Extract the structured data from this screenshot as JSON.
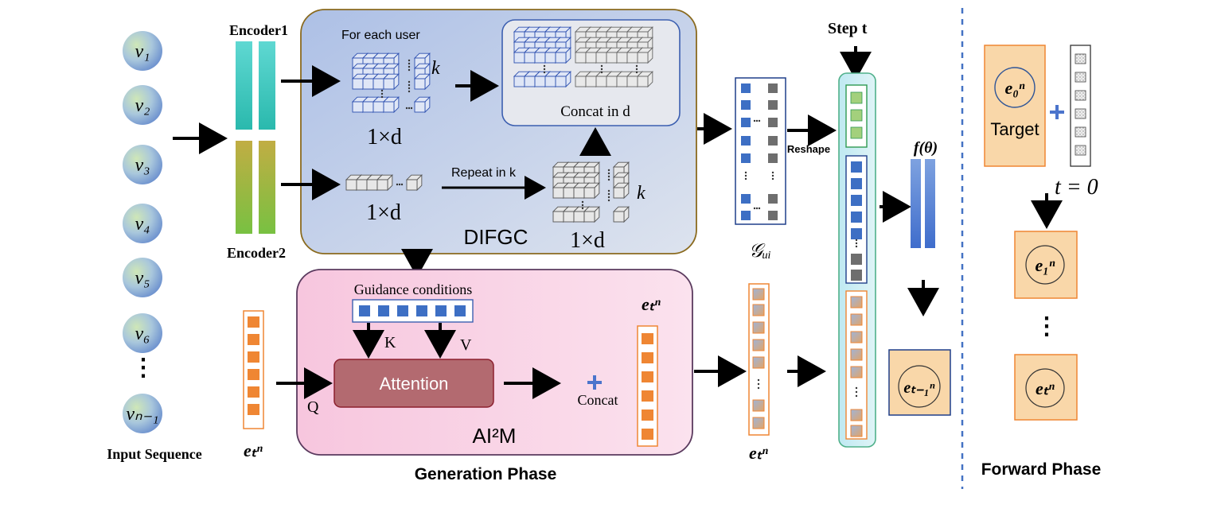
{
  "sequence": {
    "items": [
      "v₁",
      "v₂",
      "v₃",
      "v₄",
      "v₅",
      "v₆",
      "⋮",
      "vₙ₋₁"
    ],
    "label": "Input Sequence"
  },
  "encoders": {
    "encoder1": "Encoder1",
    "encoder2": "Encoder2"
  },
  "difgc": {
    "title": "DIFGC",
    "for_each_user": "For each user",
    "k_label": "k",
    "dim_label": "1×d",
    "concat_label": "Concat in d",
    "repeat_label": "Repeat in k"
  },
  "graph": {
    "label": "𝒢ᵤᵢ",
    "reshape": "Reshape"
  },
  "aim": {
    "title": "AI²M",
    "guidance": "Guidance conditions",
    "k_arrow": "K",
    "v_arrow": "V",
    "q_arrow": "Q",
    "attention": "Attention",
    "concat": "Concat",
    "et_label": "eₜⁿ"
  },
  "input_et": "eₜⁿ",
  "output_et": "eₜⁿ",
  "step_label": "Step t",
  "f_theta": "f(θ)",
  "prev_node": "eₜ₋₁ⁿ",
  "generation_phase": "Generation Phase",
  "forward": {
    "phase_label": "Forward Phase",
    "target": "Target",
    "e0": "e₀ⁿ",
    "t_zero": "t = 0",
    "e1": "e₁ⁿ",
    "dots": "⋮",
    "et": "eₜⁿ"
  },
  "colors": {
    "blue_square": "#3d6fc4",
    "gray_square": "#6e6e6e",
    "green_square": "#a3d07c",
    "orange_square": "#ef8633",
    "peach_fill": "#f9d7a9",
    "orange_border": "#ef8633",
    "difgc_fill": "#c2cfe8",
    "aim_fill": "#fad1e4",
    "attention_fill": "#b26c72",
    "dashed_line": "#4472c4"
  }
}
